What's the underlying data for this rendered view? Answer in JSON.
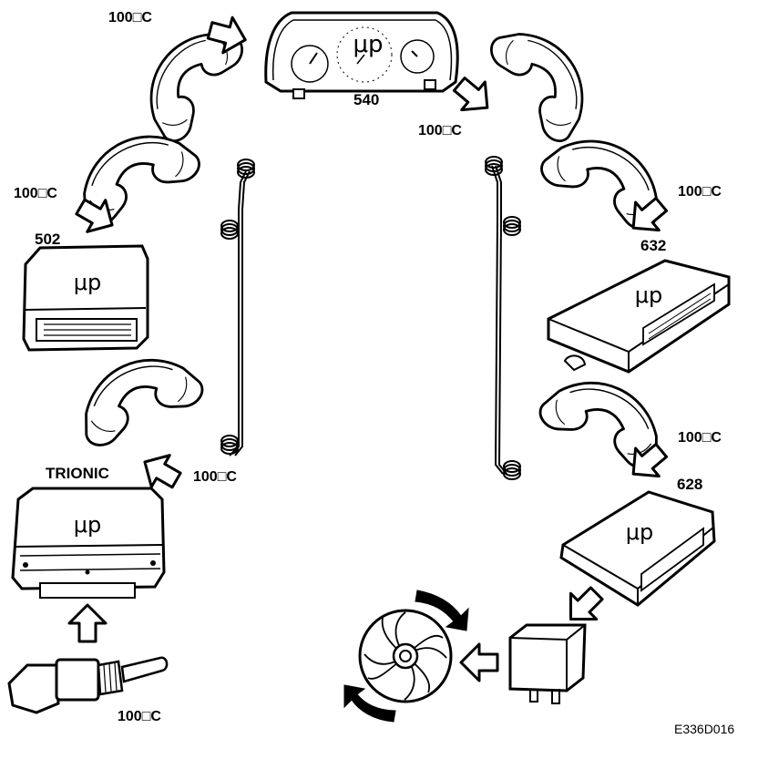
{
  "temperature_label": "100□C",
  "microprocessor_symbol": "μp",
  "components": {
    "instrument_cluster": "540",
    "module_502": "502",
    "module_632": "632",
    "module_628": "628",
    "engine_ecu": "TRIONIC"
  },
  "figure_code": "E336D016",
  "colors": {
    "ink": "#000000",
    "paper": "#ffffff"
  },
  "icons": [
    "telephone-handset-icon",
    "arrow-icon",
    "microchip-module-icon",
    "temperature-sensor-icon",
    "relay-icon",
    "cooling-fan-icon",
    "rotation-arrow-icon",
    "instrument-cluster-icon"
  ]
}
